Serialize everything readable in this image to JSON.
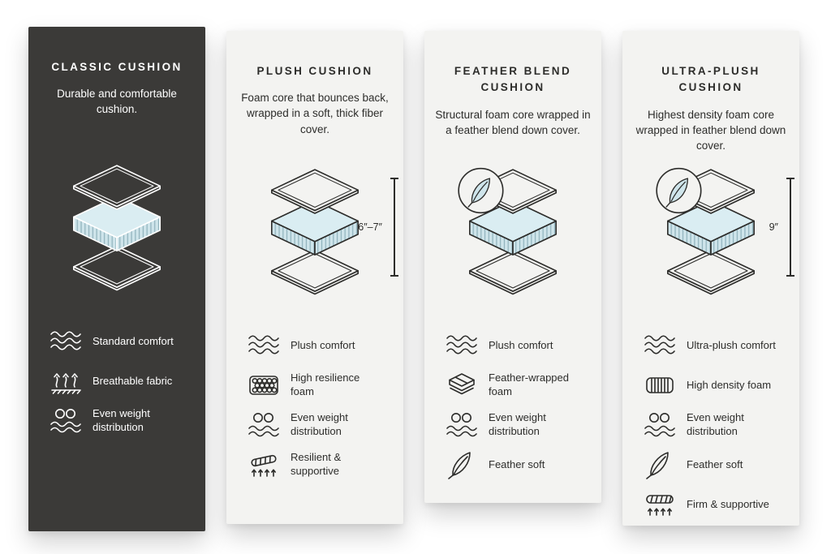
{
  "colors": {
    "dark_card": "#3b3a38",
    "light_card": "#f3f3f1",
    "cushion_fill": "#cfe5eb",
    "cushion_top_face": "#daedf2",
    "hatch_line": "#8fb2bc"
  },
  "cards": [
    {
      "id": "classic",
      "title": "CLASSIC CUSHION",
      "description": "Durable and comfortable cushion.",
      "features": [
        {
          "icon": "wave-icon",
          "label": "Standard comfort"
        },
        {
          "icon": "breathable-icon",
          "label": "Breathable fabric"
        },
        {
          "icon": "weight-distribution-icon",
          "label": "Even weight distribution"
        }
      ]
    },
    {
      "id": "plush",
      "title": "PLUSH CUSHION",
      "description": "Foam core that bounces back, wrapped in a soft, thick fiber cover.",
      "dimension": "6″–7″",
      "features": [
        {
          "icon": "wave-icon",
          "label": "Plush comfort"
        },
        {
          "icon": "foam-honeycomb-icon",
          "label": "High resilience foam"
        },
        {
          "icon": "weight-distribution-icon",
          "label": "Even weight distribution"
        },
        {
          "icon": "resilient-icon",
          "label": "Resilient & supportive"
        }
      ]
    },
    {
      "id": "feather-blend",
      "title": "FEATHER BLEND CUSHION",
      "description": "Structural foam core wrapped in a feather blend down cover.",
      "features": [
        {
          "icon": "wave-icon",
          "label": "Plush comfort"
        },
        {
          "icon": "feather-wrap-icon",
          "label": "Feather-wrapped foam"
        },
        {
          "icon": "weight-distribution-icon",
          "label": "Even weight distribution"
        },
        {
          "icon": "feather-icon",
          "label": "Feather soft"
        }
      ]
    },
    {
      "id": "ultra-plush",
      "title": "ULTRA-PLUSH CUSHION",
      "description": "Highest density foam core wrapped in feather blend down cover.",
      "dimension": "9″",
      "features": [
        {
          "icon": "wave-icon",
          "label": "Ultra-plush comfort"
        },
        {
          "icon": "density-icon",
          "label": "High density foam"
        },
        {
          "icon": "weight-distribution-icon",
          "label": "Even weight distribution"
        },
        {
          "icon": "feather-icon",
          "label": "Feather soft"
        },
        {
          "icon": "firm-icon",
          "label": "Firm & supportive"
        }
      ]
    }
  ]
}
